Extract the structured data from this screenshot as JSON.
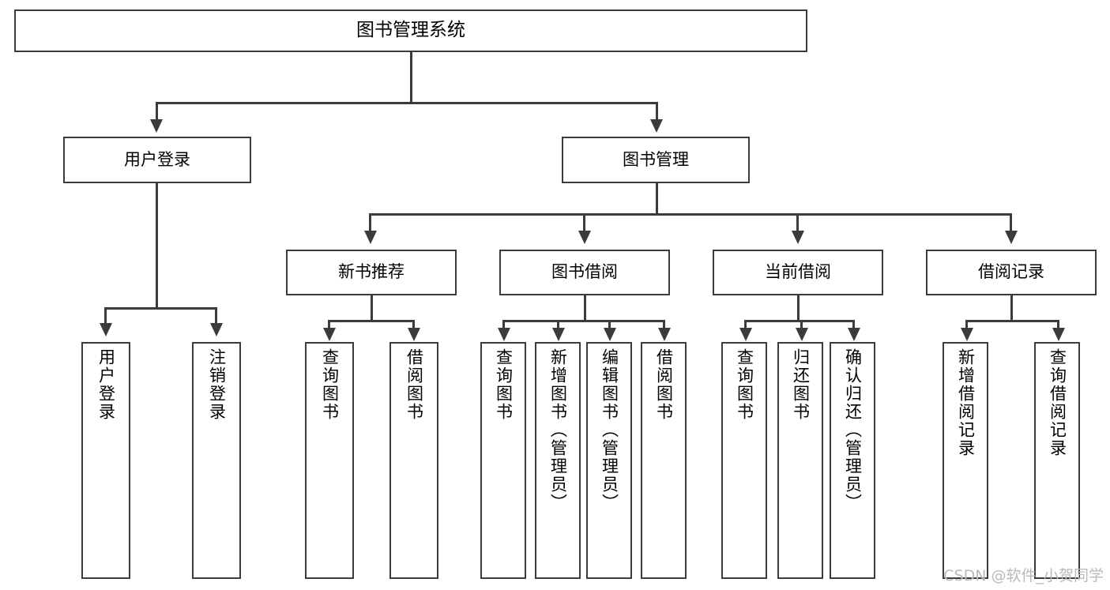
{
  "diagram": {
    "title": "图书管理系统",
    "type": "tree",
    "background_color": "#ffffff",
    "line_color": "#3b3b3b",
    "text_color": "#000000",
    "root": {
      "label": "图书管理系统"
    },
    "level2": [
      {
        "label": "用户登录"
      },
      {
        "label": "图书管理"
      }
    ],
    "level3": [
      {
        "label": "新书推荐"
      },
      {
        "label": "图书借阅"
      },
      {
        "label": "当前借阅"
      },
      {
        "label": "借阅记录"
      }
    ],
    "leaves": {
      "user_login": [
        {
          "label": "用户登录"
        },
        {
          "label": "注销登录"
        }
      ],
      "new_book_recommend": [
        {
          "label": "查询图书"
        },
        {
          "label": "借阅图书"
        }
      ],
      "book_borrow": [
        {
          "label": "查询图书"
        },
        {
          "label": "新增图书（管理员）"
        },
        {
          "label": "编辑图书（管理员）"
        },
        {
          "label": "借阅图书"
        }
      ],
      "current_borrow": [
        {
          "label": "查询图书"
        },
        {
          "label": "归还图书"
        },
        {
          "label": "确认归还（管理员）"
        }
      ],
      "borrow_record": [
        {
          "label": "新增借阅记录"
        },
        {
          "label": "查询借阅记录"
        }
      ]
    }
  },
  "watermark": {
    "text": "CSDN @软件_小贺同学",
    "color": "#b9b9b9"
  }
}
